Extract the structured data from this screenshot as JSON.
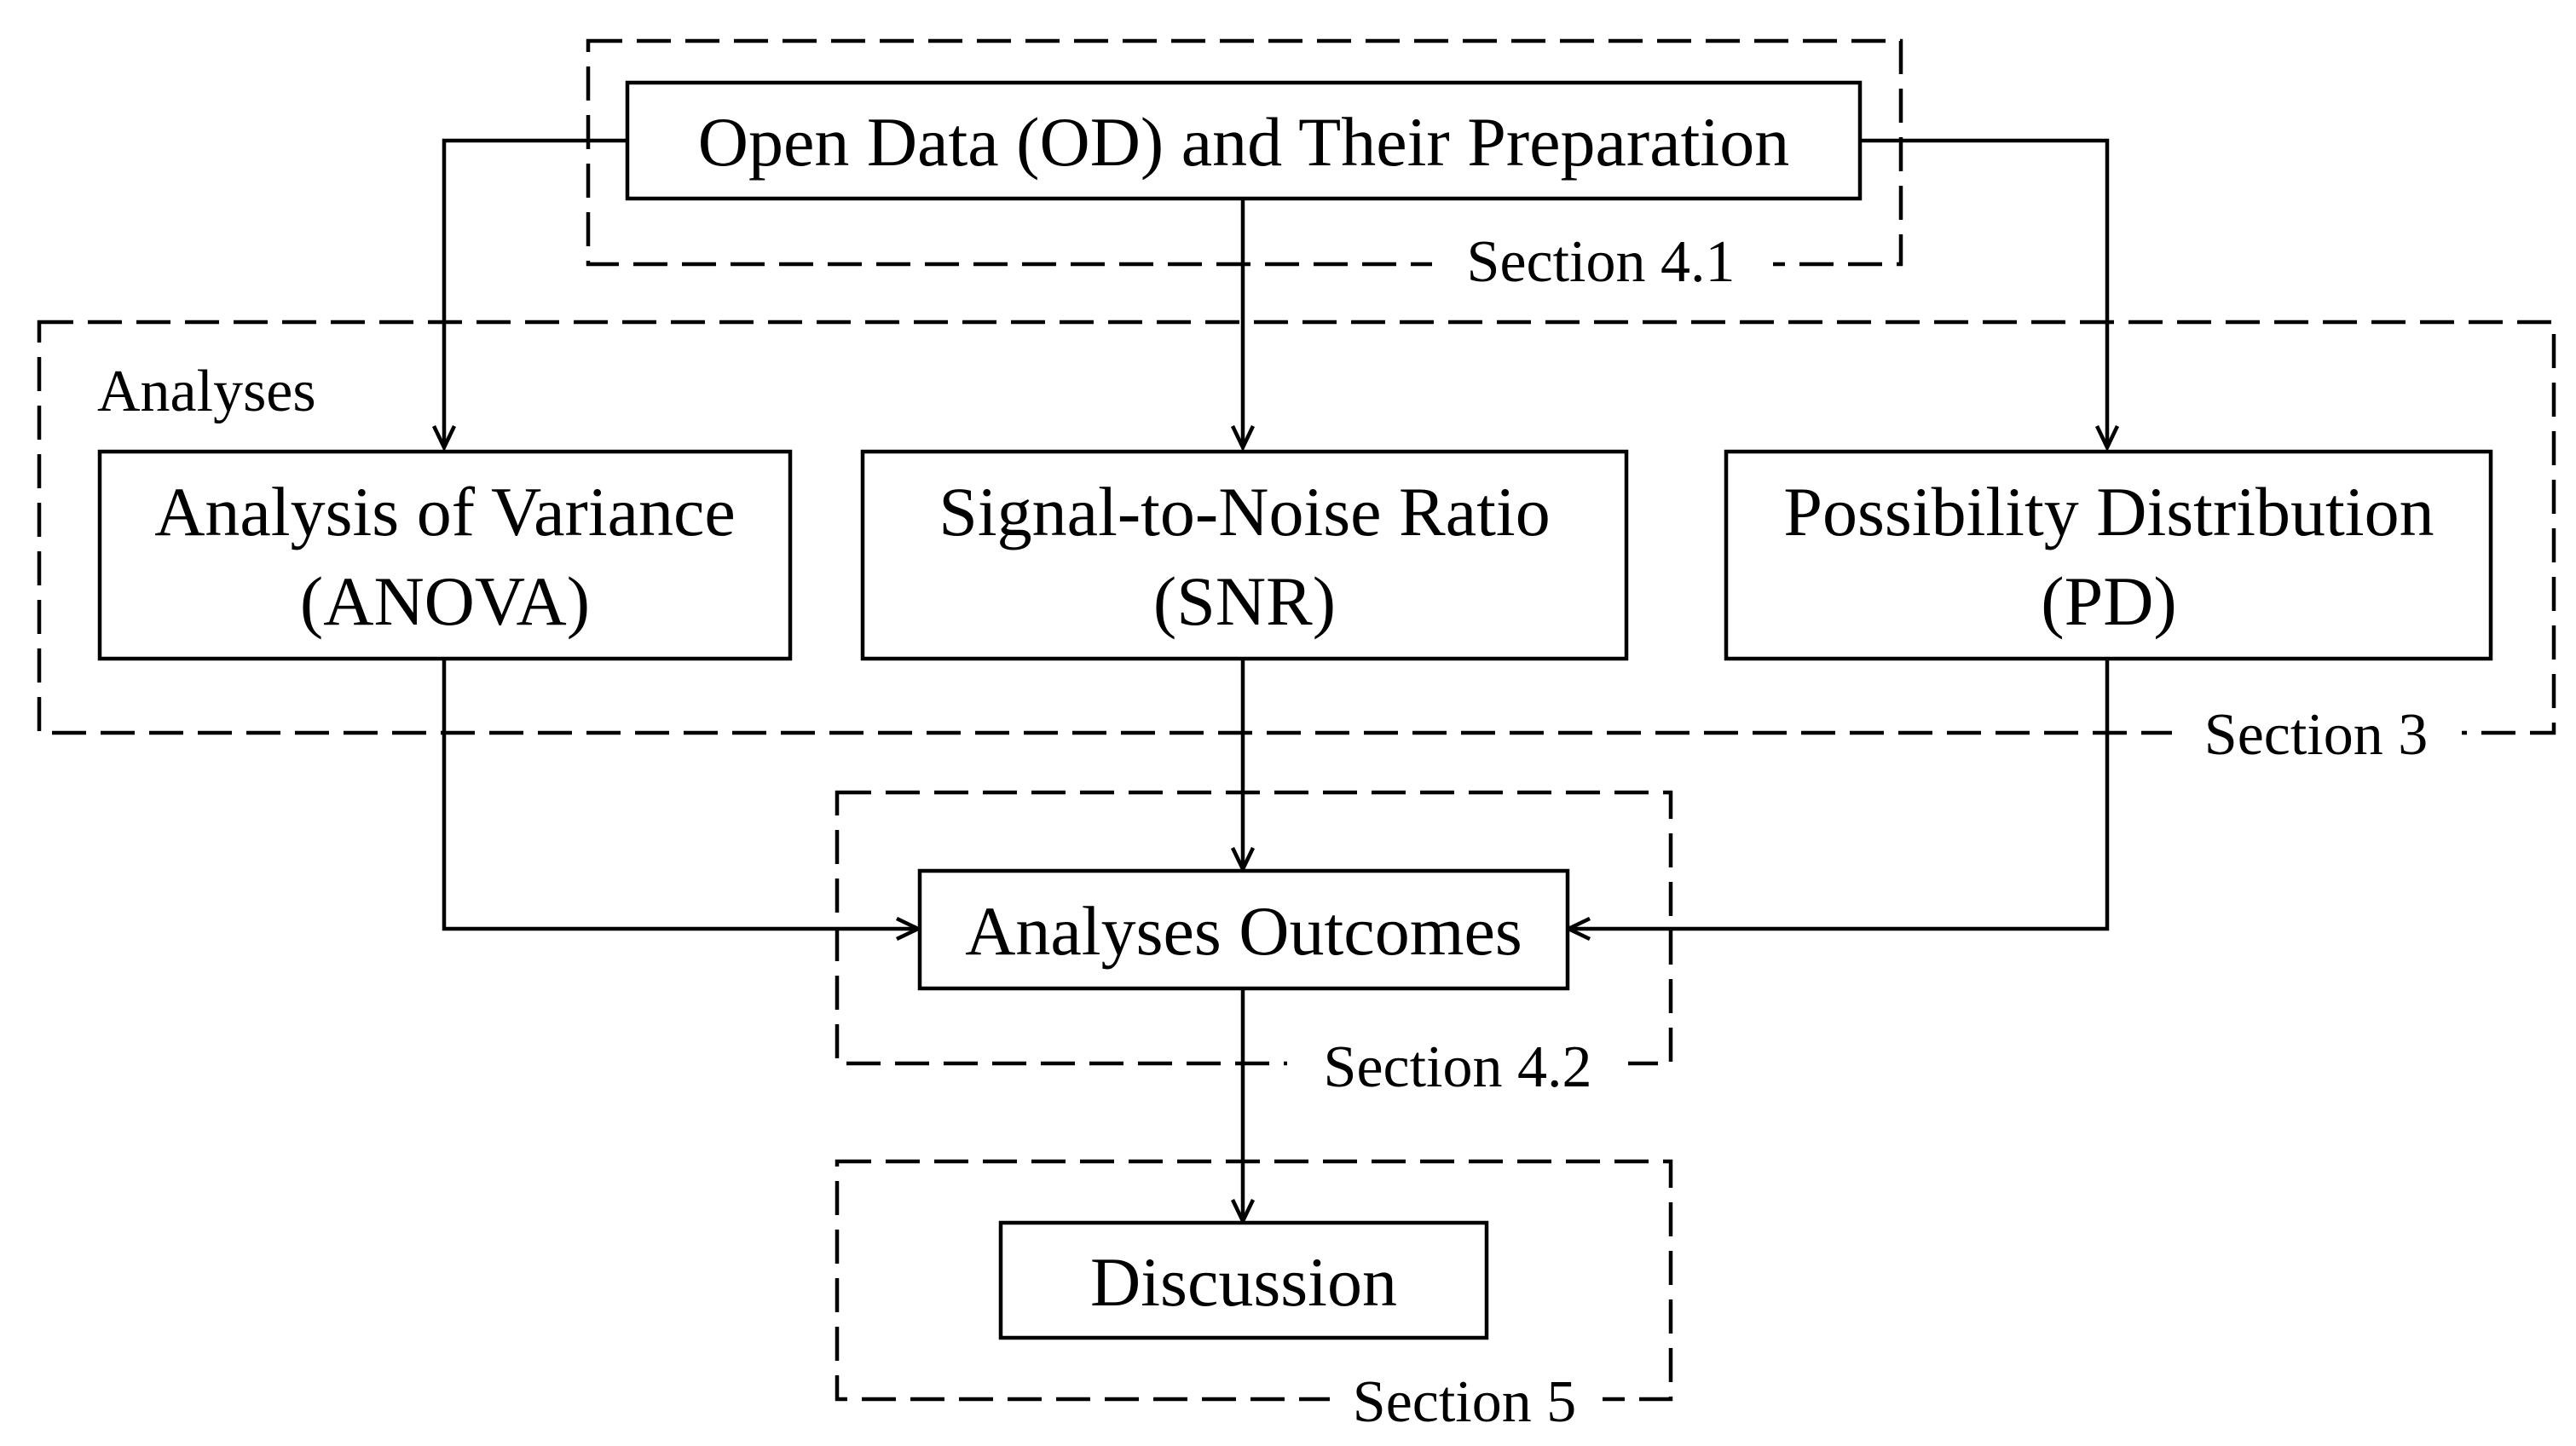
{
  "boxes": {
    "open_data": "Open Data (OD) and Their Preparation",
    "anova": [
      "Analysis of Variance",
      "(ANOVA)"
    ],
    "snr": [
      "Signal-to-Noise Ratio",
      "(SNR)"
    ],
    "pd": [
      "Possibility Distribution",
      "(PD)"
    ],
    "outcomes": "Analyses Outcomes",
    "discussion": "Discussion"
  },
  "groups": {
    "analyses_label": "Analyses",
    "section_41": "Section 4.1",
    "section_3": "Section 3",
    "section_42": "Section 4.2",
    "section_5": "Section 5"
  }
}
